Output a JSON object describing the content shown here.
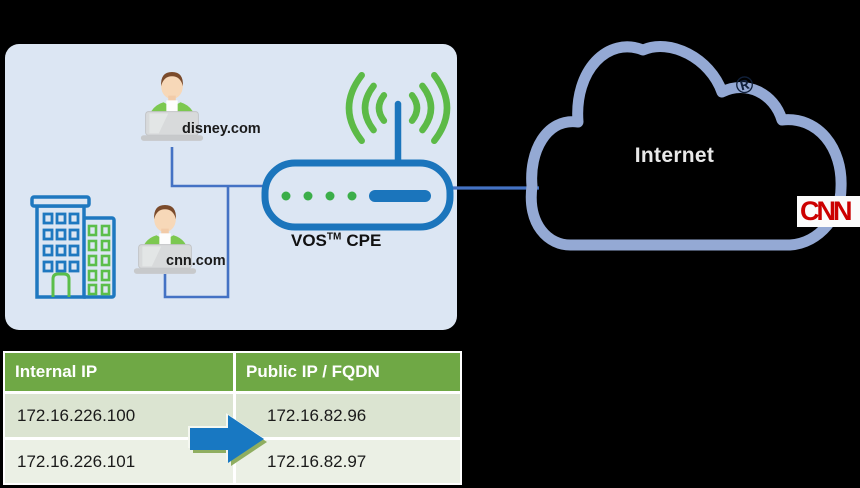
{
  "colors": {
    "panel_bg": "#DCE6F3",
    "primary_blue": "#1B75BC",
    "accent_green": "#5CBA47",
    "connector_blue": "#4472C4",
    "cloud_stroke": "#94A9D4",
    "internet_text": "#E9E9E9",
    "table_header_green": "#6FA845",
    "table_row1_bg": "#DBE4D1",
    "table_row2_bg": "#EBF0E5",
    "arrow_blue": "#1878C2",
    "cnn_red": "#CC0000"
  },
  "lan": {
    "users": [
      {
        "label": "disney.com"
      },
      {
        "label": "cnn.com"
      }
    ],
    "router": {
      "name": "VOS",
      "tm": "TM",
      "type": "CPE"
    }
  },
  "cloud": {
    "label": "Internet",
    "mark": "®"
  },
  "cnn_logo_text": "CNN",
  "nat_table": {
    "headers": [
      "Internal IP",
      "Public IP / FQDN"
    ],
    "rows": [
      [
        "172.16.226.100",
        "172.16.82.96"
      ],
      [
        "172.16.226.101",
        "172.16.82.97"
      ]
    ]
  }
}
